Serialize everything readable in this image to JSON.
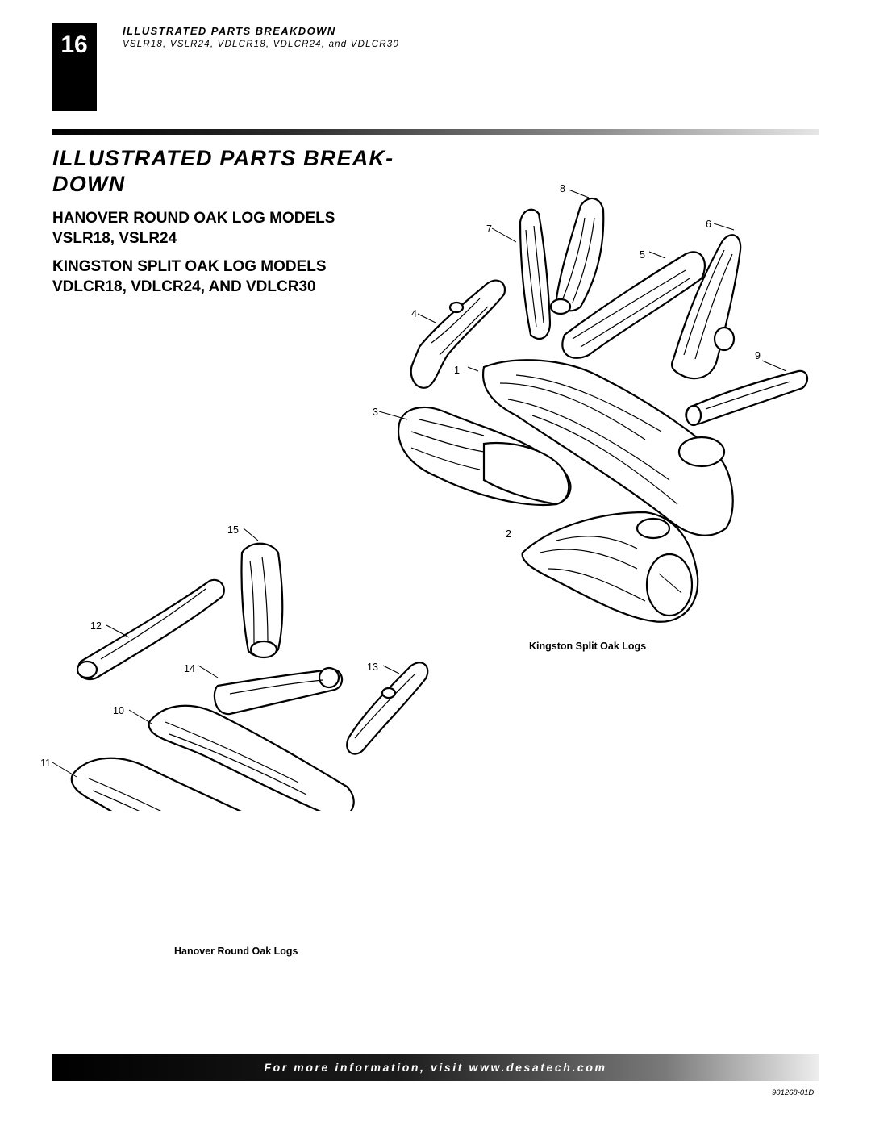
{
  "header": {
    "page_number": "16",
    "running_title": "ILLUSTRATED PARTS BREAKDOWN",
    "running_subtitle": "VSLR18, VSLR24, VDLCR18, VDLCR24, and VDLCR30"
  },
  "title": "ILLUSTRATED PARTS BREAK- DOWN",
  "subheads": [
    "HANOVER ROUND OAK LOG MODELS VSLR18, VSLR24",
    "KINGSTON SPLIT OAK LOG MODELS VDLCR18, VDLCR24, AND VDLCR30"
  ],
  "figure": {
    "callouts": [
      "1",
      "2",
      "3",
      "4",
      "5",
      "6",
      "7",
      "8",
      "9",
      "10",
      "11",
      "12",
      "13",
      "14",
      "15"
    ],
    "captions": {
      "kingston": "Kingston Split Oak Logs",
      "hanover": "Hanover Round Oak Logs"
    }
  },
  "footer": {
    "banner": "For more information, visit www.desatech.com",
    "doc_code": "901268-01D"
  }
}
